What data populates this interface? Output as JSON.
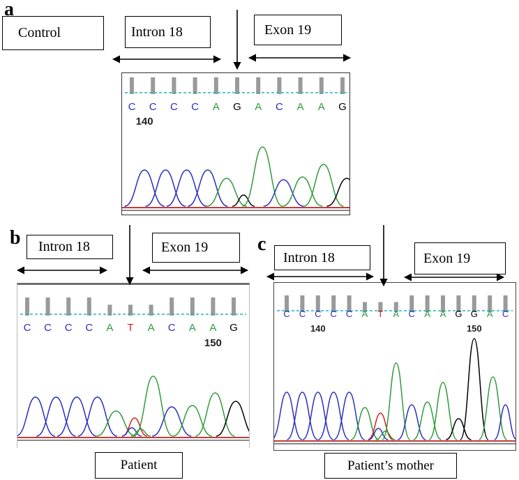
{
  "panels": [
    {
      "letter": "a",
      "box_labels": [
        "Control",
        "Intron 18",
        "Exon 19"
      ],
      "bases": [
        "C",
        "C",
        "C",
        "C",
        "A",
        "G",
        "A",
        "C",
        "A",
        "A",
        "G"
      ],
      "position_label": "140"
    },
    {
      "letter": "b",
      "box_labels": [
        "Intron 18",
        "Exon 19",
        "Patient"
      ],
      "bases": [
        "C",
        "C",
        "C",
        "C",
        "A",
        "T",
        "A",
        "C",
        "A",
        "A",
        "G"
      ],
      "position_label": "150"
    },
    {
      "letter": "c",
      "box_labels": [
        "Intron 18",
        "Exon 19",
        "Patient’s mother"
      ],
      "bases": [
        "C",
        "C",
        "C",
        "C",
        "C",
        "A",
        "T",
        "A",
        "C",
        "A",
        "A",
        "G",
        "G",
        "A",
        "C"
      ],
      "position_labels": [
        "140",
        "150"
      ]
    }
  ],
  "colors": {
    "A": "#2e9b3a",
    "C": "#2b2fbf",
    "G": "#000000",
    "T": "#d42020",
    "quality_bar": "#9a9a9a",
    "threshold_line": "#27b3b8"
  }
}
